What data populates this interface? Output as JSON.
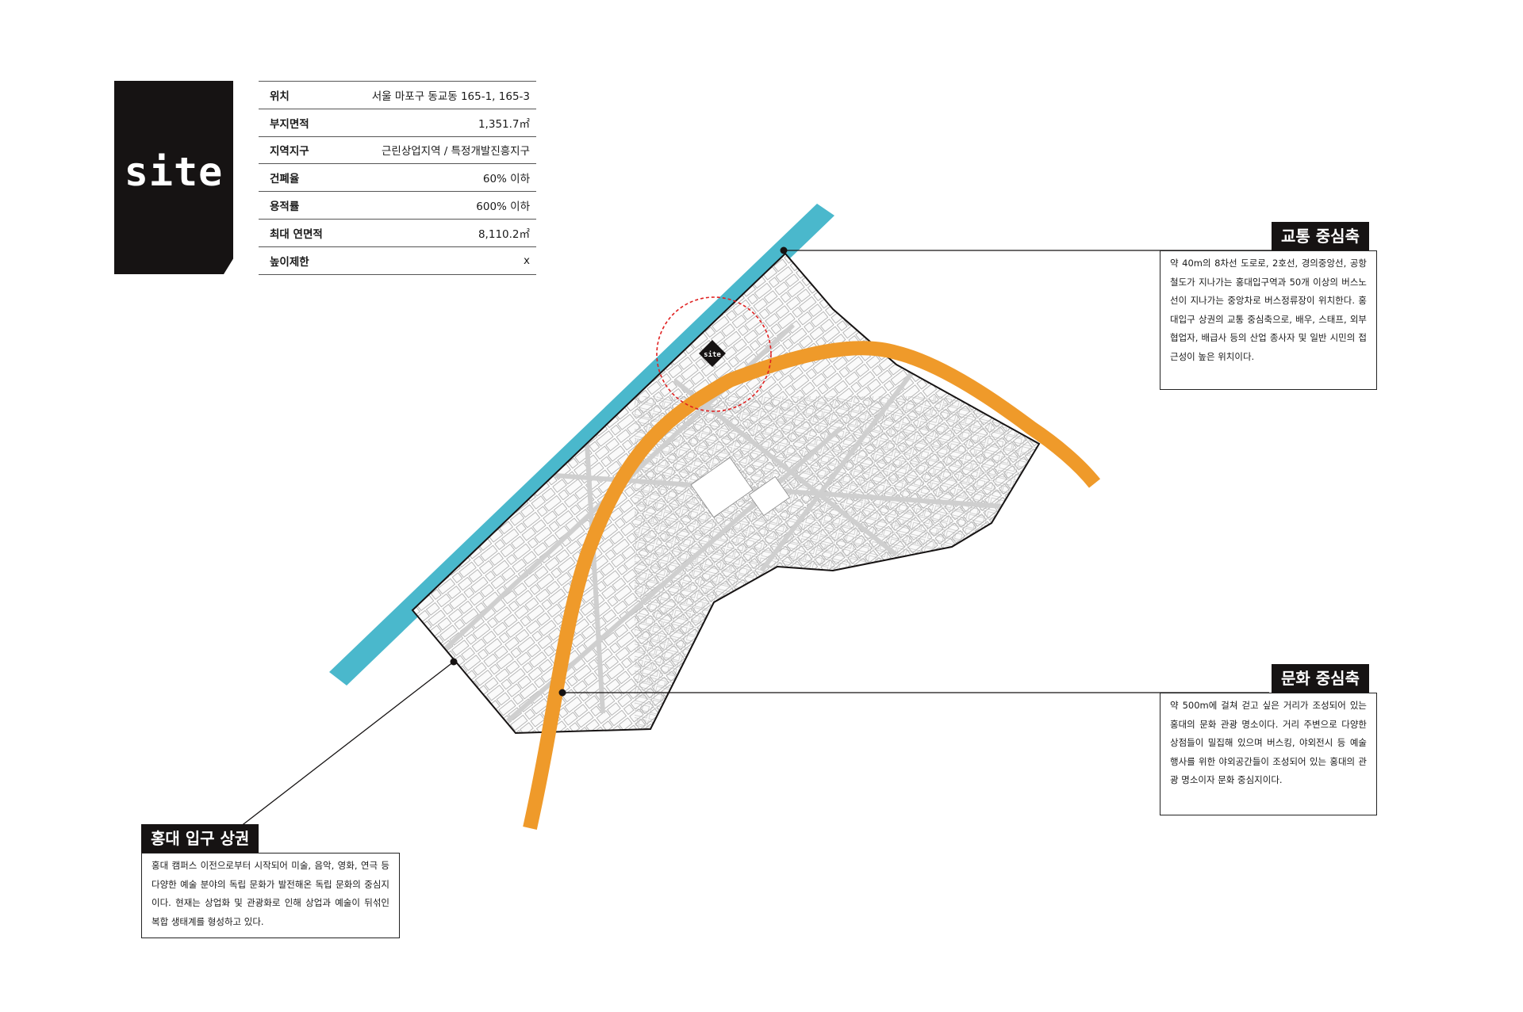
{
  "badge": {
    "label": "site"
  },
  "site_info": [
    {
      "key": "위치",
      "value": "서울 마포구 동교동 165-1, 165-3"
    },
    {
      "key": "부지면적",
      "value": "1,351.7㎡"
    },
    {
      "key": "지역지구",
      "value": "근린상업지역 / 특정개발진흥지구"
    },
    {
      "key": "건폐율",
      "value": "60% 이하"
    },
    {
      "key": "용적률",
      "value": "600% 이하"
    },
    {
      "key": "최대 연면적",
      "value": "8,110.2㎡"
    },
    {
      "key": "높이제한",
      "value": "x"
    }
  ],
  "map": {
    "site_marker_label": "site",
    "colors": {
      "blue_axis": "#4ab8cc",
      "orange_axis": "#ef9a2a",
      "highlight": "#e02020",
      "ink": "#161313"
    }
  },
  "callouts": {
    "transport": {
      "title": "교통 중심축",
      "text": "약 40m의 8차선 도로로, 2호선, 경의중앙선, 공항철도가 지나가는 홍대입구역과 50개 이상의 버스노선이 지나가는 중앙차로 버스정류장이 위치한다. 홍대입구 상권의 교통 중심축으로, 배우, 스태프, 외부 협업자, 배급사 등의 산업 종사자 및 일반 시민의 접근성이 높은 위치이다."
    },
    "culture": {
      "title": "문화 중심축",
      "text": "약 500m에 걸쳐 걷고 싶은 거리가 조성되어 있는 홍대의 문화 관광 명소이다. 거리 주변으로 다양한 상점들이 밀집해 있으며 버스킹, 야외전시 등 예술 행사를 위한 야외공간들이 조성되어 있는 홍대의 관광 명소이자 문화 중심지이다."
    },
    "hongdae": {
      "title": "홍대 입구 상권",
      "text": "홍대 캠퍼스 이전으로부터 시작되어 미술, 음악, 영화, 연극 등 다양한 예술 분야의 독립 문화가 발전해온 독립 문화의 중심지이다. 현재는 상업화 및 관광화로 인해 상업과 예술이 뒤섞인 복합 생태계를 형성하고 있다."
    }
  }
}
